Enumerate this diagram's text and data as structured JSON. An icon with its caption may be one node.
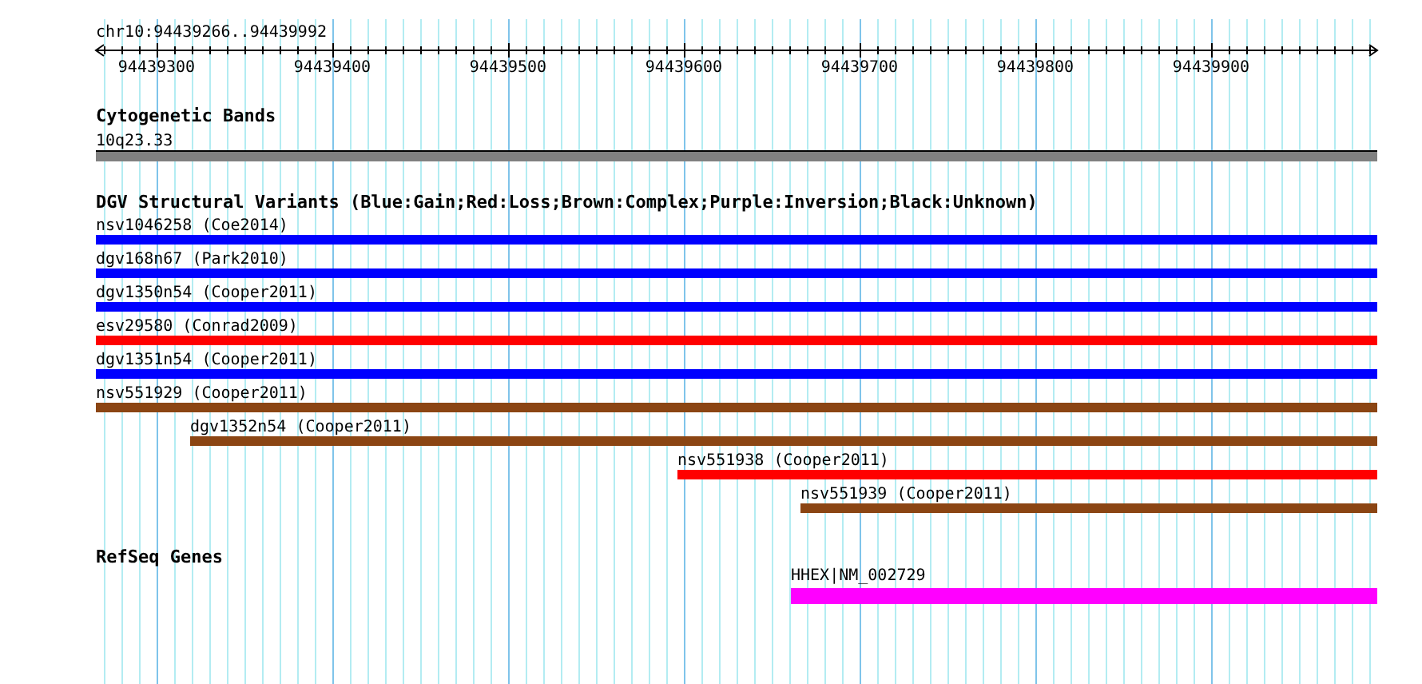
{
  "diagram": {
    "nodes": [
      {
        "text": [
          "10q23.33"
        ]
      },
      {
        "text": [
          "nsv1046258 (Coe2014)"
        ]
      },
      {
        "text": [
          "dgv168n67 (Park2010)"
        ]
      },
      {
        "text": [
          "dgv1350n54 (Cooper2011)"
        ]
      },
      {
        "text": [
          "esv29580 (Conrad2009)"
        ]
      },
      {
        "text": [
          "dgv1351n54 (Cooper2011)"
        ]
      },
      {
        "text": [
          "nsv551929 (Cooper2011)"
        ]
      },
      {
        "text": [
          "dgv1352n54 (Cooper2011)"
        ]
      },
      {
        "text": [
          "nsv551938 (Cooper2011)"
        ]
      },
      {
        "text": [
          "nsv551939 (Cooper2011)"
        ]
      },
      {
        "text": [
          "HHEX|NM_002729"
        ]
      }
    ],
    "labels": [
      "chr10:94439266..94439992",
      "94439300",
      "94439400",
      "94439500",
      "94439600",
      "94439700",
      "94439800",
      "94439900",
      "Cytogenetic Bands",
      "DGV Structural Variants (Blue:Gain;Red:Loss;Brown:Complex;Purple:Inversion;Black:Unknown)",
      "RefSeq Genes"
    ]
  }
}
